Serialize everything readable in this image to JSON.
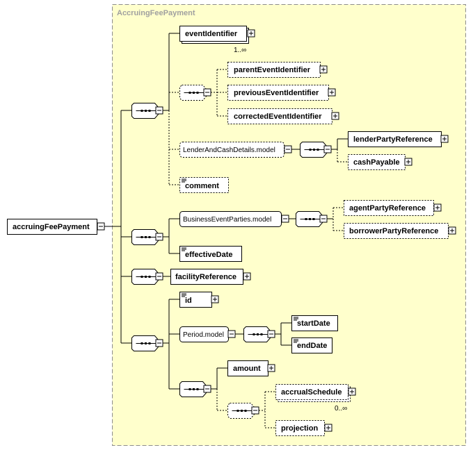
{
  "group_title": "AccruingFeePayment",
  "root": "accruingFeePayment",
  "elements": {
    "eventIdentifier": "eventIdentifier",
    "eventIdentifier_card": "1..∞",
    "parentEventIdentifier": "parentEventIdentifier",
    "previousEventIdentifier": "previousEventIdentifier",
    "correctedEventIdentifier": "correctedEventIdentifier",
    "lenderAndCashDetails": "LenderAndCashDetails.model",
    "lenderPartyReference": "lenderPartyReference",
    "cashPayable": "cashPayable",
    "comment": "comment",
    "businessEventParties": "BusinessEventParties.model",
    "agentPartyReference": "agentPartyReference",
    "borrowerPartyReference": "borrowerPartyReference",
    "effectiveDate": "effectiveDate",
    "facilityReference": "facilityReference",
    "id": "id",
    "periodModel": "Period.model",
    "startDate": "startDate",
    "endDate": "endDate",
    "amount": "amount",
    "accrualSchedule": "accrualSchedule",
    "accrualSchedule_card": "0..∞",
    "projection": "projection"
  },
  "colors": {
    "group_bg": "#ffffcc",
    "group_border": "#8c8c8c",
    "box": "#ffffff"
  }
}
